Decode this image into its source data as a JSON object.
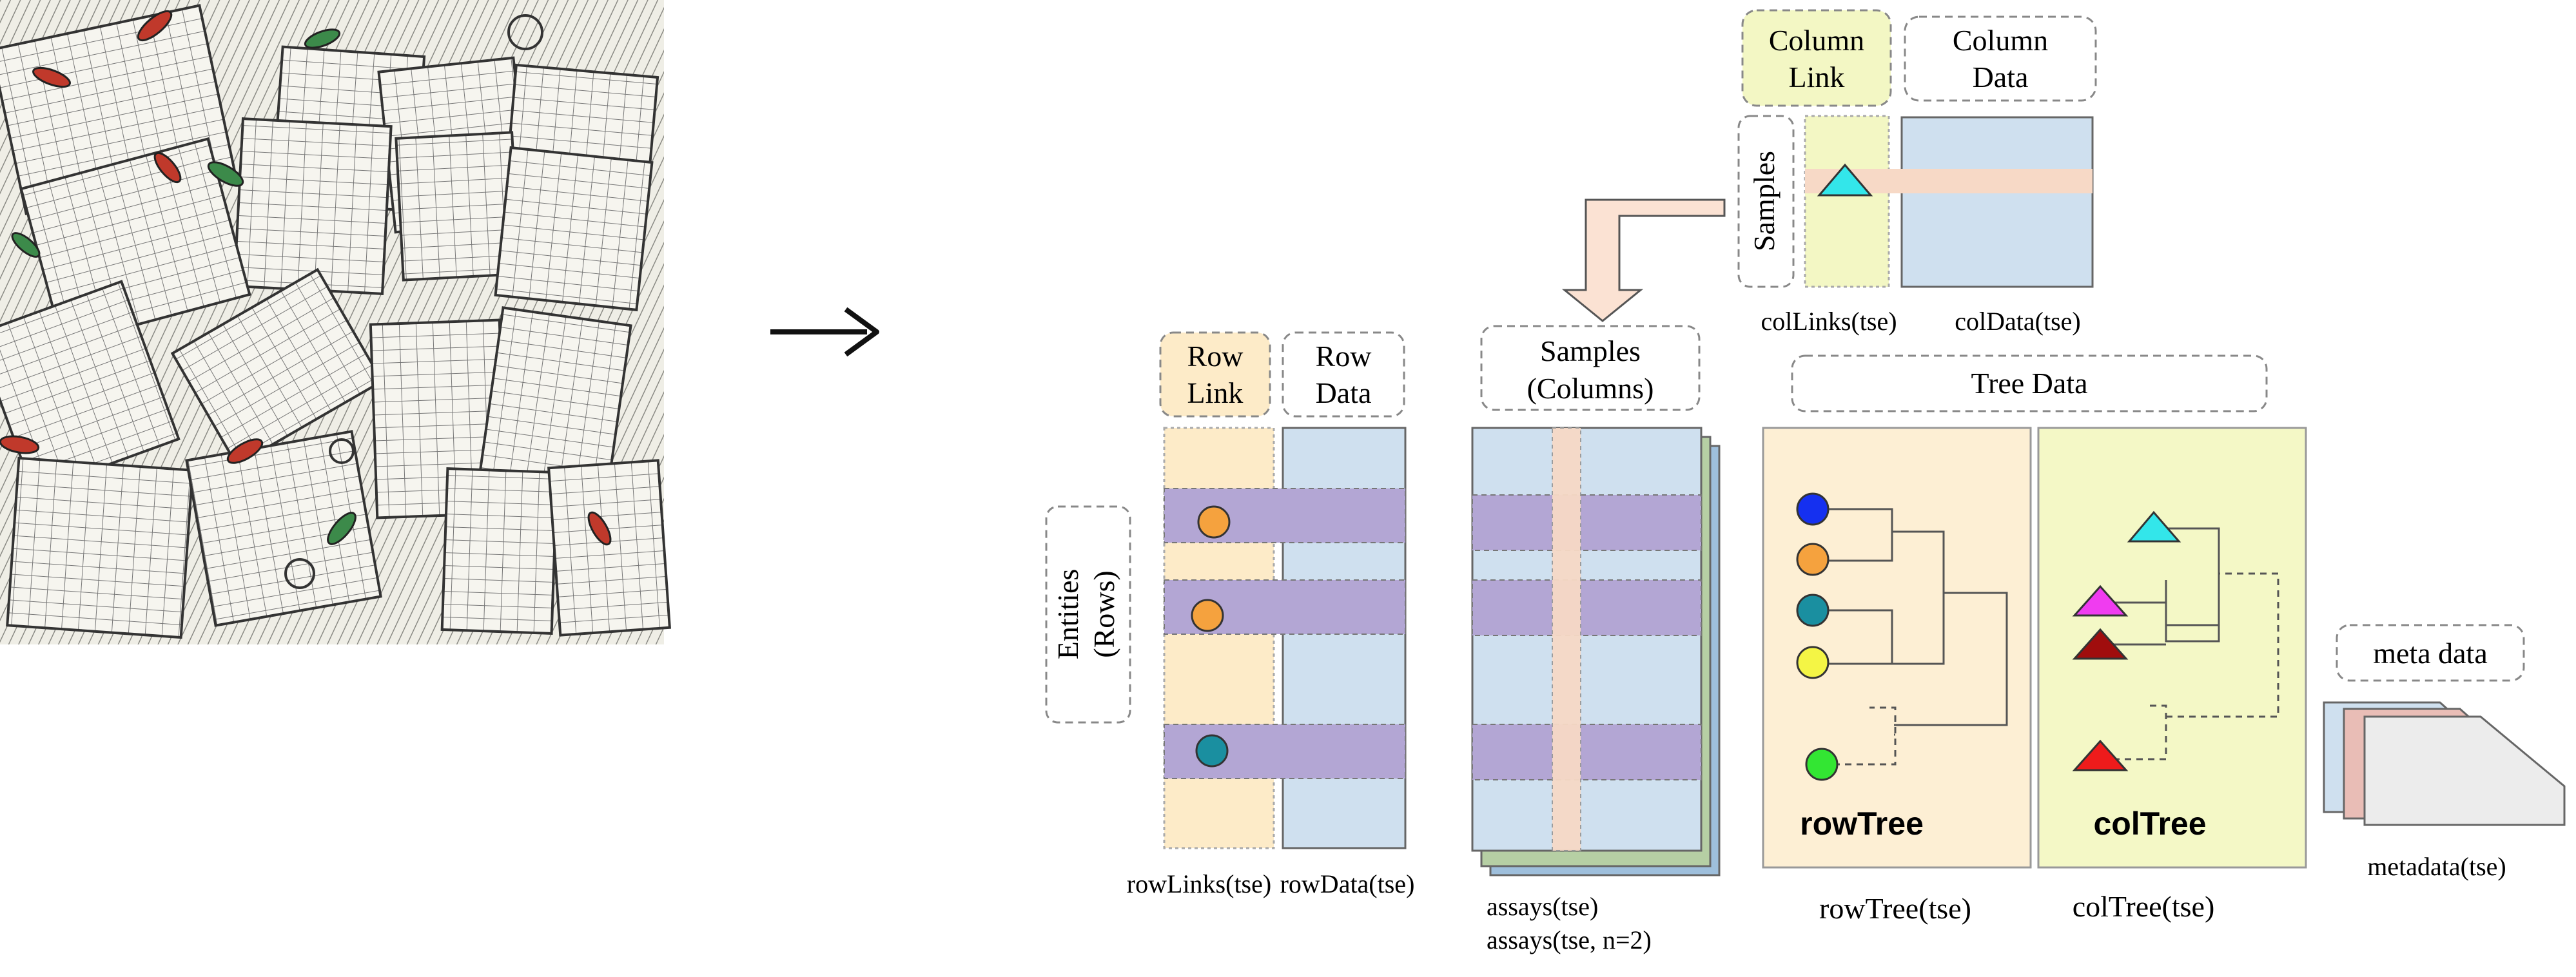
{
  "column_panel": {
    "column_link_label_1": "Column",
    "column_link_label_2": "Link",
    "column_data_label_1": "Column",
    "column_data_label_2": "Data",
    "samples_label": "Samples",
    "col_links_caption": "colLinks(tse)",
    "col_data_caption": "colData(tse)"
  },
  "row_panel": {
    "row_link_label_1": "Row",
    "row_link_label_2": "Link",
    "row_data_label_1": "Row",
    "row_data_label_2": "Data",
    "entities_label_1": "Entities",
    "entities_label_2": "(Rows)",
    "row_links_caption": "rowLinks(tse)",
    "row_data_caption": "rowData(tse)"
  },
  "assays_panel": {
    "samples_label_1": "Samples",
    "samples_label_2": "(Columns)",
    "caption_1": "assays(tse)",
    "caption_2": "assays(tse, n=2)"
  },
  "tree_panel": {
    "title": "Tree Data",
    "row_tree_label": "rowTree",
    "col_tree_label": "colTree",
    "row_tree_caption": "rowTree(tse)",
    "col_tree_caption": "colTree(tse)"
  },
  "metadata_panel": {
    "title": "meta data",
    "caption": "metadata(tse)"
  },
  "colors": {
    "row_link_fill": "#fdebc8",
    "column_link_fill": "#f3f7c4",
    "data_fill": "#cfe0ef",
    "highlight_row": "#b3a6d4",
    "highlight_col": "#f7d9c6",
    "row_tree_bg": "#fdefd4",
    "col_tree_bg": "#f4f8c6",
    "stack_green": "#b6cfa4",
    "stack_blue": "#9ebfdc",
    "arrow_fill": "#fbe2d3",
    "node_blue": "#1530f0",
    "node_orange": "#f5a23e",
    "node_teal": "#1a8fa0",
    "node_yellow": "#f4f545",
    "node_green": "#33e633",
    "tri_cyan": "#33e6ea",
    "tri_magenta": "#f03cf0",
    "tri_darkred": "#a00d0d",
    "tri_red": "#ee1b1b"
  },
  "icons": [
    "right-arrow-icon",
    "tree-node-icons",
    "page-stack-icon"
  ]
}
